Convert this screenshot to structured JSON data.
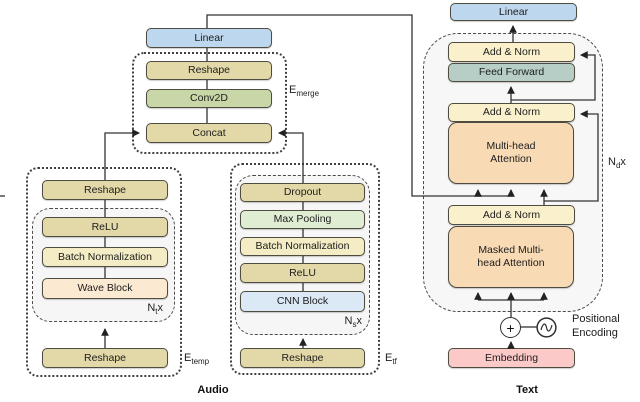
{
  "diagram": {
    "merge_encoder": {
      "linear": "Linear",
      "reshape": "Reshape",
      "conv2d": "Conv2D",
      "concat": "Concat",
      "tag": {
        "base": "E",
        "sub": "merge"
      }
    },
    "temporal_encoder": {
      "reshape_top": "Reshape",
      "relu": "ReLU",
      "batch_norm": "Batch Normalization",
      "wave_block": "Wave Block",
      "repeat": {
        "base": "N",
        "sub": "t",
        "suffix": "x"
      },
      "reshape_bottom": "Reshape",
      "tag": {
        "base": "E",
        "sub": "temp"
      }
    },
    "spectral_encoder": {
      "dropout": "Dropout",
      "max_pooling": "Max Pooling",
      "batch_norm": "Batch Normalization",
      "relu": "ReLU",
      "cnn_block": "CNN Block",
      "repeat": {
        "base": "N",
        "sub": "s",
        "suffix": "x"
      },
      "reshape": "Reshape",
      "tag": {
        "base": "E",
        "sub": "tf"
      }
    },
    "decoder": {
      "linear": "Linear",
      "add_norm_top": "Add & Norm",
      "feed_forward": "Feed Forward",
      "add_norm_mid": "Add & Norm",
      "multi_head_attention": "Multi-head Attention",
      "add_norm_bottom": "Add & Norm",
      "masked_multi_head_attention": "Masked Multi-head Attention",
      "repeat": {
        "base": "N",
        "sub": "d",
        "suffix": "x"
      },
      "plus_symbol": "+",
      "positional_encoding": "Positional Encoding",
      "embedding": "Embedding"
    },
    "captions": {
      "audio": "Audio",
      "text": "Text"
    }
  },
  "colors": {
    "linear_blue": "#bdd7ee",
    "block_tan": "#e3d9a8",
    "conv_green": "#c9d6a7",
    "batch_norm_cream": "#f3ecc4",
    "wave_peach": "#fbe9d2",
    "max_pool_green": "#dfeed3",
    "cnn_blue": "#dbe8f6",
    "add_norm_yellow": "#faf1cc",
    "feed_forward_teal": "#b7cec7",
    "attention_orange": "#f8dab4",
    "embedding_pink": "#fbc9c8",
    "container_fill": "#f6f6f6",
    "line": "#333333"
  }
}
